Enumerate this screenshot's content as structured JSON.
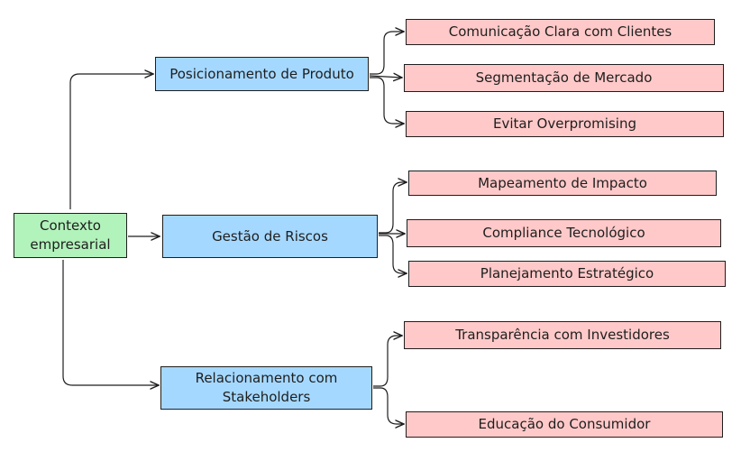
{
  "root": {
    "label": "Contexto empresarial"
  },
  "branches": [
    {
      "label": "Posicionamento de Produto",
      "children": [
        "Comunicação Clara com Clientes",
        "Segmentação de Mercado",
        "Evitar Overpromising"
      ]
    },
    {
      "label": "Gestão de Riscos",
      "children": [
        "Mapeamento de Impacto",
        "Compliance Tecnológico",
        "Planejamento Estratégico"
      ]
    },
    {
      "label": "Relacionamento com Stakeholders",
      "children": [
        "Transparência com Investidores",
        "Educação do Consumidor"
      ]
    }
  ],
  "colors": {
    "root_fill": "#b2f2bb",
    "branch_fill": "#a5d8ff",
    "leaf_fill": "#ffc9c9",
    "stroke": "#1e1e1e"
  }
}
